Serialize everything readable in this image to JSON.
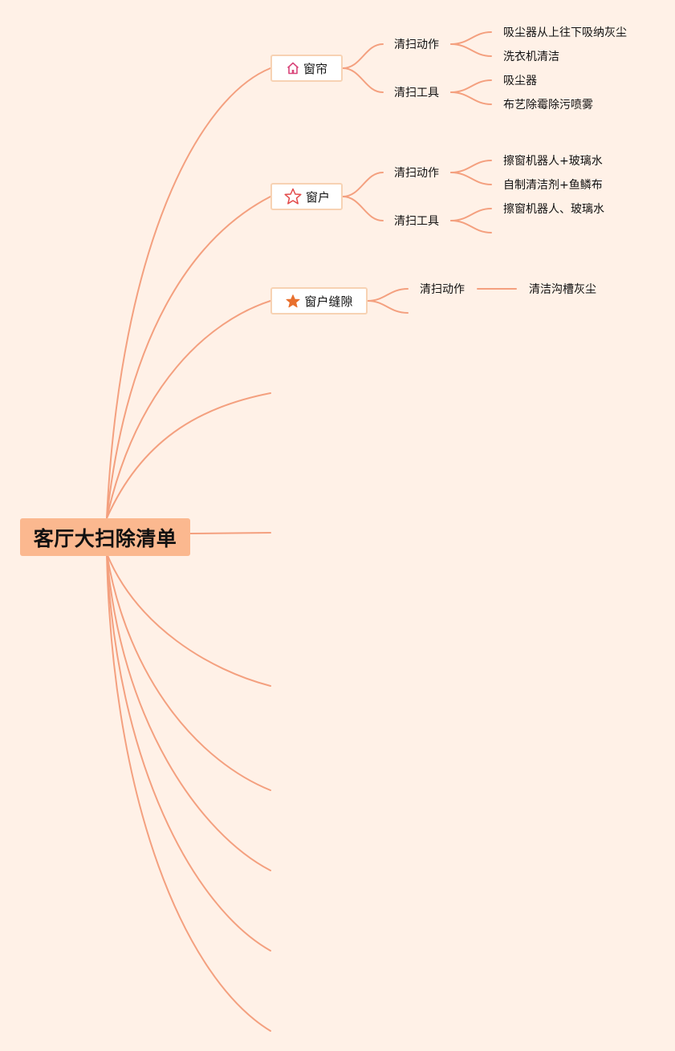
{
  "root": {
    "title": "客厅大扫除清单"
  },
  "topics": [
    {
      "label": "窗帘",
      "icon": "home-icon",
      "children": [
        {
          "label": "清扫动作",
          "children": [
            "吸尘器从上往下吸纳灰尘",
            "洗衣机清洁"
          ]
        },
        {
          "label": "清扫工具",
          "children": [
            "吸尘器",
            "布艺除霉除污喷雾"
          ]
        }
      ]
    },
    {
      "label": "窗户",
      "icon": "star-outline-icon",
      "children": [
        {
          "label": "清扫动作",
          "children": [
            "擦窗机器人+玻璃水",
            "自制清洁剂+鱼鳞布"
          ]
        },
        {
          "label": "清扫工具",
          "children": [
            "擦窗机器人、玻璃水"
          ]
        }
      ]
    },
    {
      "label": "窗户缝隙",
      "icon": "star-filled-icon",
      "children": [
        {
          "label": "清扫动作",
          "children": [
            "清洁沟槽灰尘"
          ]
        }
      ]
    }
  ],
  "colors": {
    "background": "#fff1e7",
    "root_fill": "#fbb88f",
    "line": "#f4a07f",
    "topic_border": "#f7d2b3",
    "home_icon": "#d9457a",
    "star_outline_icon": "#e34a4a",
    "star_filled_icon": "#e8702e"
  }
}
